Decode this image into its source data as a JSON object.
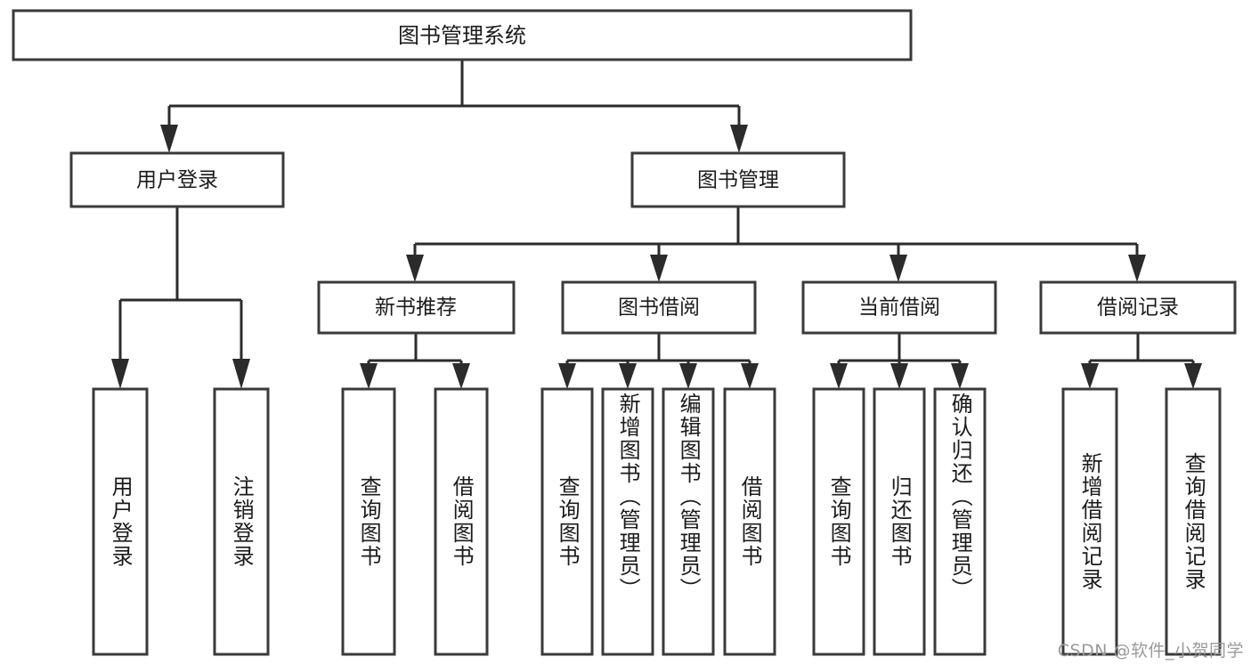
{
  "diagram": {
    "type": "tree",
    "title": "图书管理系统",
    "root": {
      "id": "root",
      "label": "图书管理系统",
      "orientation": "horizontal"
    },
    "level2": [
      {
        "id": "user-login",
        "label": "用户登录",
        "orientation": "horizontal"
      },
      {
        "id": "book-manage",
        "label": "图书管理",
        "orientation": "horizontal"
      }
    ],
    "level3": [
      {
        "id": "new-book-recommend",
        "label": "新书推荐",
        "orientation": "horizontal",
        "parent": "book-manage"
      },
      {
        "id": "book-borrow",
        "label": "图书借阅",
        "orientation": "horizontal",
        "parent": "book-manage"
      },
      {
        "id": "current-borrow",
        "label": "当前借阅",
        "orientation": "horizontal",
        "parent": "book-manage"
      },
      {
        "id": "borrow-record",
        "label": "借阅记录",
        "orientation": "horizontal",
        "parent": "book-manage"
      }
    ],
    "leaves": [
      {
        "id": "leaf-user-login",
        "label": "用户登录",
        "orientation": "vertical",
        "parent": "user-login"
      },
      {
        "id": "leaf-logout",
        "label": "注销登录",
        "orientation": "vertical",
        "parent": "user-login"
      },
      {
        "id": "leaf-query-book-1",
        "label": "查询图书",
        "orientation": "vertical",
        "parent": "new-book-recommend"
      },
      {
        "id": "leaf-borrow-book-1",
        "label": "借阅图书",
        "orientation": "vertical",
        "parent": "new-book-recommend"
      },
      {
        "id": "leaf-query-book-2",
        "label": "查询图书",
        "orientation": "vertical",
        "parent": "book-borrow"
      },
      {
        "id": "leaf-add-book",
        "label": "新增图书（管理员）",
        "orientation": "vertical",
        "parent": "book-borrow"
      },
      {
        "id": "leaf-edit-book",
        "label": "编辑图书（管理员）",
        "orientation": "vertical",
        "parent": "book-borrow"
      },
      {
        "id": "leaf-borrow-book-2",
        "label": "借阅图书",
        "orientation": "vertical",
        "parent": "book-borrow"
      },
      {
        "id": "leaf-query-book-3",
        "label": "查询图书",
        "orientation": "vertical",
        "parent": "current-borrow"
      },
      {
        "id": "leaf-return-book",
        "label": "归还图书",
        "orientation": "vertical",
        "parent": "current-borrow"
      },
      {
        "id": "leaf-confirm-return",
        "label": "确认归还（管理员）",
        "orientation": "vertical",
        "parent": "current-borrow"
      },
      {
        "id": "leaf-add-record",
        "label": "新增借阅记录",
        "orientation": "vertical",
        "parent": "borrow-record"
      },
      {
        "id": "leaf-query-record",
        "label": "查询借阅记录",
        "orientation": "vertical",
        "parent": "borrow-record"
      }
    ],
    "colors": {
      "box_fill": "#ffffff",
      "box_stroke": "#3a3a3a",
      "connector": "#2b2b2b",
      "text": "#1b1b1b",
      "background": "#ffffff",
      "watermark": "#9a9a9a"
    }
  },
  "watermark": {
    "text": "CSDN @软件_小贺同学"
  }
}
